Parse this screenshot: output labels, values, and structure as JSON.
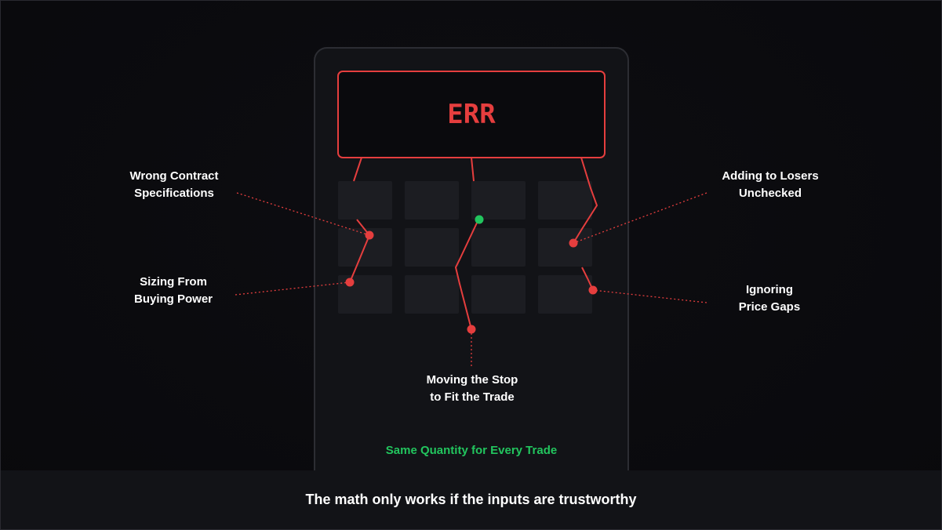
{
  "colors": {
    "error": "#e53e3e",
    "success": "#22c55e",
    "background": "#0b0b0e",
    "device": "#121317",
    "key": "#1c1d22"
  },
  "calculator": {
    "display_text": "ERR"
  },
  "callouts": [
    {
      "id": "wrong-contract",
      "lines": [
        "Wrong Contract",
        "Specifications"
      ]
    },
    {
      "id": "sizing-buying-power",
      "lines": [
        "Sizing From",
        "Buying Power"
      ]
    },
    {
      "id": "moving-stop",
      "lines": [
        "Moving the Stop",
        "to Fit the Trade"
      ]
    },
    {
      "id": "adding-losers",
      "lines": [
        "Adding to Losers",
        "Unchecked"
      ]
    },
    {
      "id": "price-gaps",
      "lines": [
        "Ignoring",
        "Price Gaps"
      ]
    }
  ],
  "highlight_label": "Same Quantity for Every Trade",
  "footer": {
    "caption": "The math only works if the inputs are trustworthy"
  }
}
